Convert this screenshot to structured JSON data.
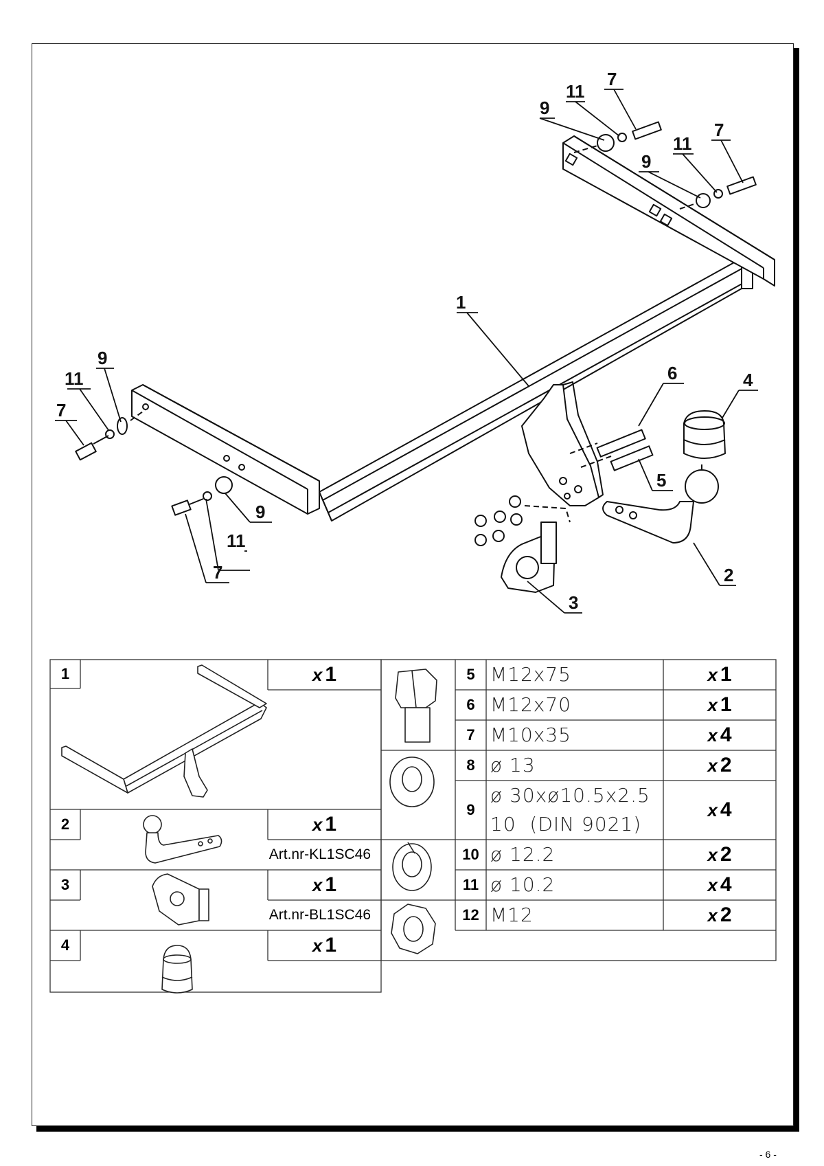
{
  "page_number": "- 6 -",
  "callouts": {
    "c1": "1",
    "c2": "2",
    "c3": "3",
    "c4": "4",
    "c5": "5",
    "c6": "6",
    "c7a": "7",
    "c7b": "7",
    "c7c": "7",
    "c7d": "7",
    "c9a": "9",
    "c9b": "9",
    "c9c": "9",
    "c9d": "9",
    "c11a": "11",
    "c11b": "11",
    "c11c": "11",
    "c11d": "11"
  },
  "parts_left": [
    {
      "num": "1",
      "qty_prefix": "x",
      "qty": "1"
    },
    {
      "num": "2",
      "qty_prefix": "x",
      "qty": "1",
      "article": "Art.nr-KL1SC46"
    },
    {
      "num": "3",
      "qty_prefix": "x",
      "qty": "1",
      "article": "Art.nr-BL1SC46"
    },
    {
      "num": "4",
      "qty_prefix": "x",
      "qty": "1"
    }
  ],
  "parts_right": [
    {
      "num": "5",
      "spec": "M12x75",
      "qty_prefix": "x",
      "qty": "1"
    },
    {
      "num": "6",
      "spec": "M12x70",
      "qty_prefix": "x",
      "qty": "1"
    },
    {
      "num": "7",
      "spec": "M10x35",
      "qty_prefix": "x",
      "qty": "4"
    },
    {
      "num": "8",
      "spec": "ø 13",
      "qty_prefix": "x",
      "qty": "2"
    },
    {
      "num": "9",
      "spec": "ø 30xø10.5x2.5",
      "spec2": "10  (DIN 9021)",
      "qty_prefix": "x",
      "qty": "4"
    },
    {
      "num": "10",
      "spec": "ø 12.2",
      "qty_prefix": "x",
      "qty": "2"
    },
    {
      "num": "11",
      "spec": "ø 10.2",
      "qty_prefix": "x",
      "qty": "4"
    },
    {
      "num": "12",
      "spec": "M12",
      "qty_prefix": "x",
      "qty": "2"
    }
  ]
}
